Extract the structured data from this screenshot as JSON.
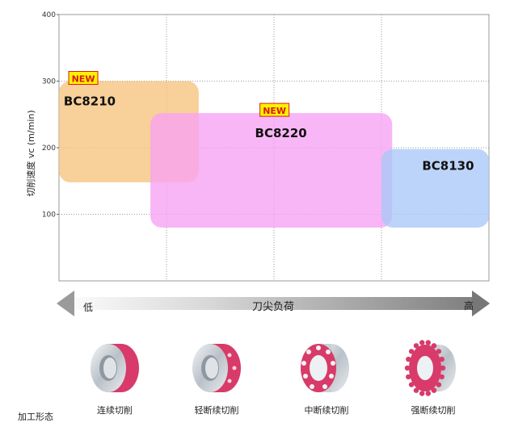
{
  "chart_data": {
    "type": "region",
    "ylabel": "切削速度 vc (m/min)",
    "yticks": [
      100,
      200,
      300,
      400
    ],
    "ylim": [
      0,
      400
    ],
    "xlim": [
      0,
      4
    ],
    "grid": true,
    "regions": [
      {
        "name": "BC8210",
        "badge": "NEW",
        "x": [
          0,
          1.3
        ],
        "y": [
          148,
          300
        ],
        "color": "#f6c37c"
      },
      {
        "name": "BC8220",
        "badge": "NEW",
        "x": [
          0.85,
          3.1
        ],
        "y": [
          80,
          252
        ],
        "color": "#f7a1f4"
      },
      {
        "name": "BC8130",
        "badge": "",
        "x": [
          3.0,
          4.0
        ],
        "y": [
          80,
          198
        ],
        "color": "#a9c8f7"
      }
    ]
  },
  "load_axis": {
    "title": "刀尖负荷",
    "low": "低",
    "high": "高"
  },
  "cut_forms": {
    "label": "加工形态",
    "items": [
      {
        "label": "连续切削",
        "icon": "continuous-cutting-ring-icon"
      },
      {
        "label": "轻断续切削",
        "icon": "light-interrupted-ring-icon"
      },
      {
        "label": "中断续切削",
        "icon": "medium-interrupted-ring-icon"
      },
      {
        "label": "强断续切削",
        "icon": "heavy-interrupted-gear-icon"
      }
    ]
  }
}
